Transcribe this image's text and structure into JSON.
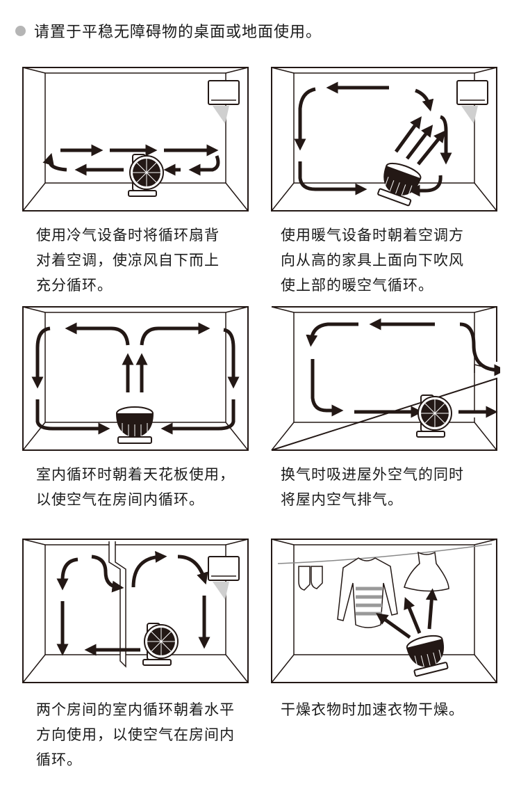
{
  "header": {
    "bullet_icon": "gray-dot",
    "text": "请置于平稳无障碍物的桌面或地面使用。"
  },
  "panels": [
    {
      "icon": "cooling-circulation-room-illustration",
      "lines": [
        "使用冷气设备时将循环扇背",
        "对着空调，使凉风自下而上",
        "充分循环。"
      ]
    },
    {
      "icon": "heating-circulation-room-illustration",
      "lines": [
        "使用暖气设备时朝着空调方",
        "向从高的家具上面向下吹风",
        "使上部的暖空气循环。"
      ]
    },
    {
      "icon": "ceiling-circulation-room-illustration",
      "lines": [
        "室内循环时朝着天花板使用，",
        "以使空气在房间内循环。"
      ]
    },
    {
      "icon": "ventilation-room-illustration",
      "lines": [
        "换气时吸进屋外空气的同时",
        "将屋内空气排气。"
      ]
    },
    {
      "icon": "two-room-circulation-illustration",
      "lines": [
        "两个房间的室内循环朝着水平",
        "方向使用，以使空气在房间内",
        "循环。"
      ]
    },
    {
      "icon": "laundry-drying-illustration",
      "lines": [
        "干燥衣物时加速衣物干燥。"
      ]
    }
  ]
}
